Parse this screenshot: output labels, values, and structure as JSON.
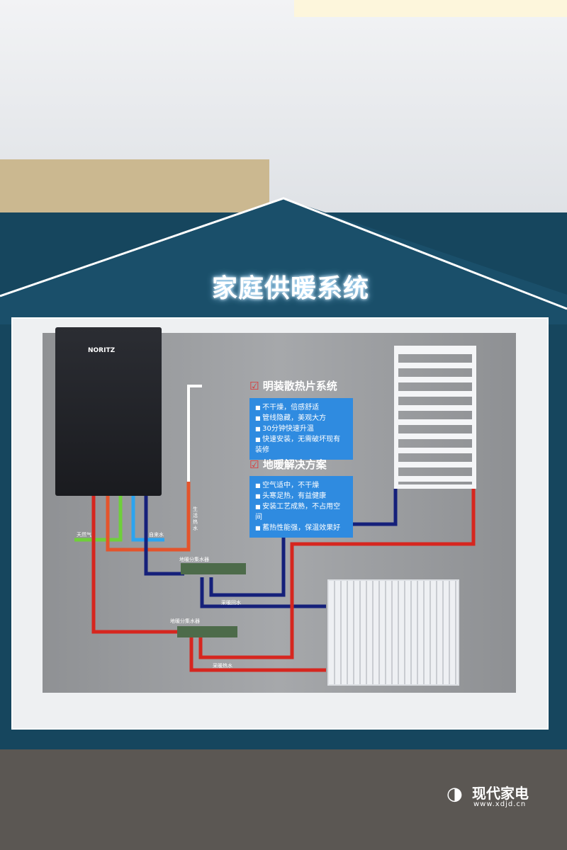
{
  "sign": {
    "title": "家庭供暖系统"
  },
  "boiler": {
    "brand": "NORITZ"
  },
  "section1": {
    "heading": "明装散热片系统",
    "items": [
      "不干燥，倍感舒适",
      "管线隐藏，美观大方",
      "30分钟快速升温",
      "快速安装，无需破坏现有装修"
    ]
  },
  "section2": {
    "heading": "地暖解决方案",
    "items": [
      "空气适中，不干燥",
      "头寒足热，有益健康",
      "安装工艺成熟，不占用空间",
      "蓄热性能强，保温效果好"
    ]
  },
  "labels": {
    "gas": "天然气",
    "tap_water": "自来水",
    "hot_water": "生活热水",
    "manifold1": "地暖分集水器",
    "manifold2": "地暖分集水器",
    "return": "采暖回水",
    "supply": "采暖热水"
  },
  "watermark": {
    "name": "现代家电",
    "url": "www.xdjd.cn"
  },
  "colors": {
    "wall": "#16465e",
    "box": "#2f8be0",
    "red": "#d6261f",
    "navy": "#15207a",
    "green": "#6fcf3a",
    "cyan": "#2ba4f0",
    "orange": "#e4542c"
  }
}
